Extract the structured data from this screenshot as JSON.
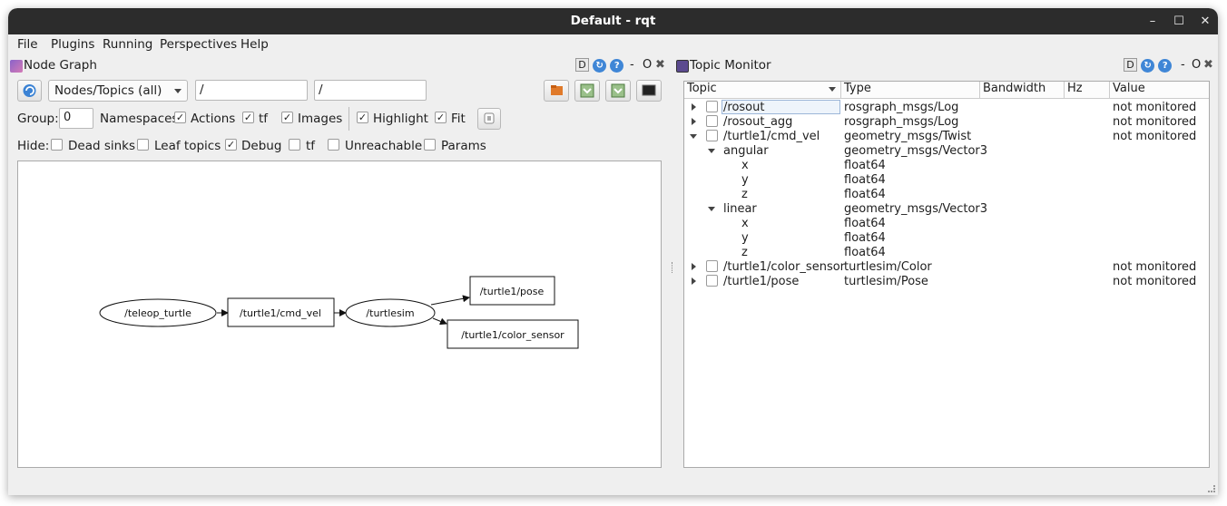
{
  "window": {
    "title": "Default - rqt",
    "minimize": "–",
    "maximize": "☐",
    "close": "✕"
  },
  "menu": {
    "items": [
      {
        "label": "File"
      },
      {
        "label": "Plugins"
      },
      {
        "label": "Running"
      },
      {
        "label": "Perspectives"
      },
      {
        "label": "Help"
      }
    ]
  },
  "node_graph": {
    "title": "Node Graph",
    "controls": {
      "d": "D",
      "minus": "-",
      "o": "O",
      "close": "✖"
    },
    "mode_combo": "Nodes/Topics (all)",
    "filter1": "/",
    "filter2": "/",
    "group_label": "Group:",
    "group_value": "0",
    "options": {
      "namespaces": "Namespaces",
      "actions": "Actions",
      "tf": "tf",
      "images": "Images",
      "highlight": "Highlight",
      "fit": "Fit"
    },
    "hide_label": "Hide:",
    "hide": {
      "dead_sinks": "Dead sinks",
      "leaf_topics": "Leaf topics",
      "debug": "Debug",
      "tf": "tf",
      "unreachable": "Unreachable",
      "params": "Params"
    },
    "graph": {
      "teleop": "/teleop_turtle",
      "cmd_vel": "/turtle1/cmd_vel",
      "turtlesim": "/turtlesim",
      "pose": "/turtle1/pose",
      "color_sensor": "/turtle1/color_sensor"
    }
  },
  "topic_monitor": {
    "title": "Topic Monitor",
    "controls": {
      "d": "D",
      "minus": "-",
      "o": "O",
      "close": "✖"
    },
    "columns": [
      "Topic",
      "Type",
      "Bandwidth",
      "Hz",
      "Value"
    ],
    "rows": [
      {
        "topic": "/rosout",
        "type": "rosgraph_msgs/Log",
        "value": "not monitored"
      },
      {
        "topic": "/rosout_agg",
        "type": "rosgraph_msgs/Log",
        "value": "not monitored"
      },
      {
        "topic": "/turtle1/cmd_vel",
        "type": "geometry_msgs/Twist",
        "value": "not monitored"
      },
      {
        "topic": "angular",
        "type": "geometry_msgs/Vector3",
        "value": ""
      },
      {
        "topic": "x",
        "type": "float64",
        "value": ""
      },
      {
        "topic": "y",
        "type": "float64",
        "value": ""
      },
      {
        "topic": "z",
        "type": "float64",
        "value": ""
      },
      {
        "topic": "linear",
        "type": "geometry_msgs/Vector3",
        "value": ""
      },
      {
        "topic": "x",
        "type": "float64",
        "value": ""
      },
      {
        "topic": "y",
        "type": "float64",
        "value": ""
      },
      {
        "topic": "z",
        "type": "float64",
        "value": ""
      },
      {
        "topic": "/turtle1/color_sensor",
        "type": "turtlesim/Color",
        "value": "not monitored"
      },
      {
        "topic": "/turtle1/pose",
        "type": "turtlesim/Pose",
        "value": "not monitored"
      }
    ]
  }
}
